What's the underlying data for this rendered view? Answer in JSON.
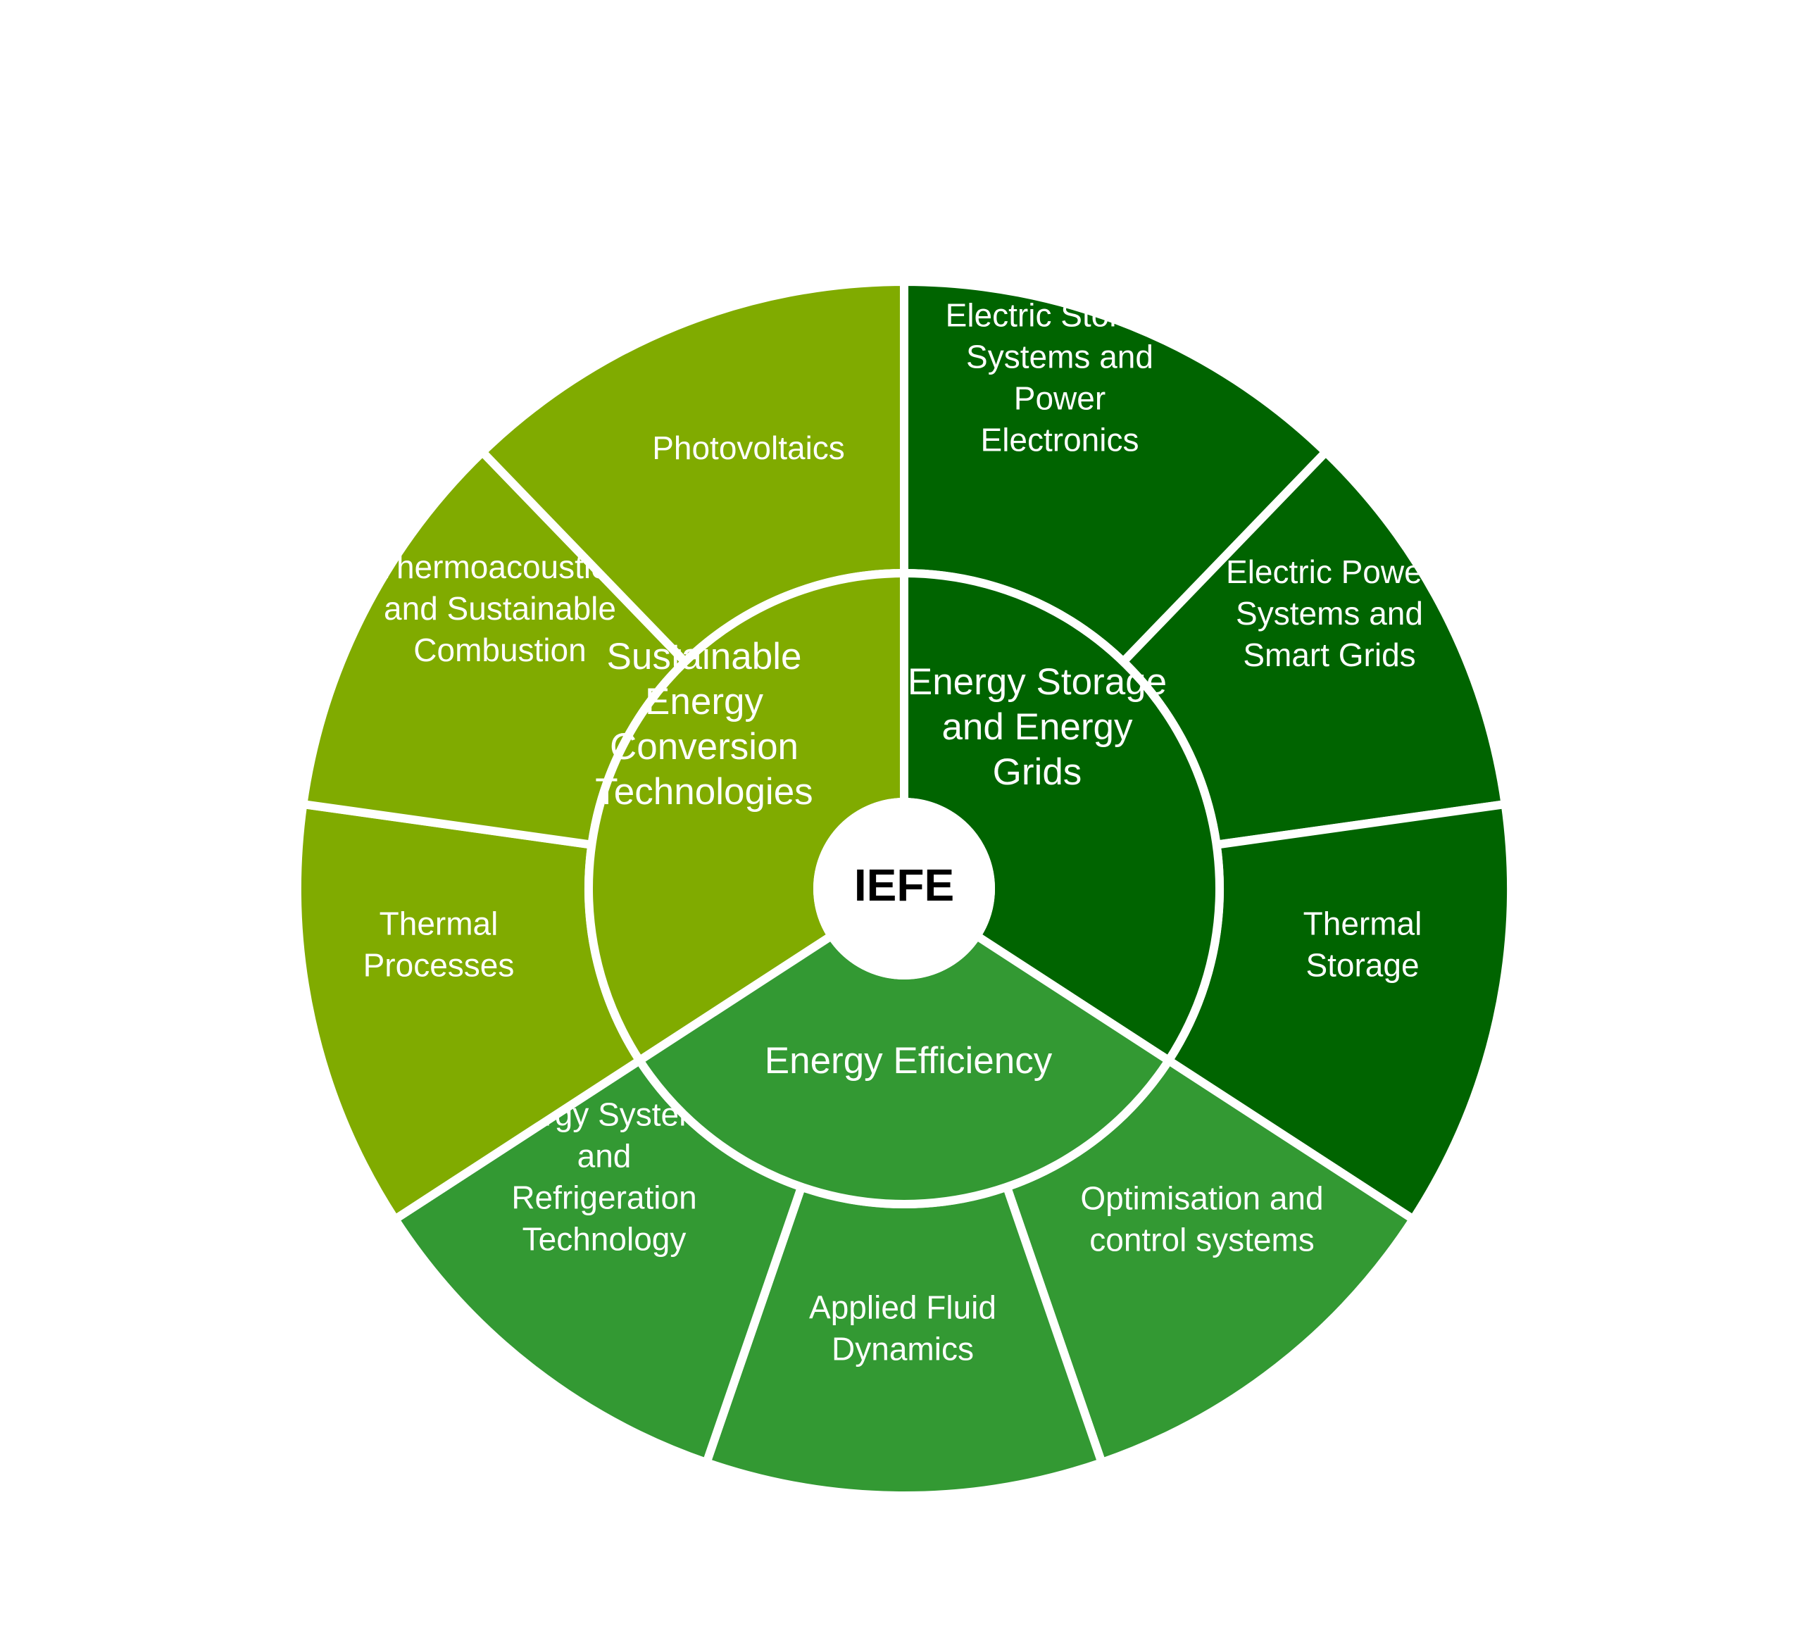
{
  "center": {
    "label": "IEFE"
  },
  "colors": {
    "sustainable": "#80AB00",
    "storage": "#006400",
    "efficiency": "#339933",
    "separator": "#ffffff",
    "center_fill": "#ffffff",
    "center_text": "#000000"
  },
  "inner_groups": [
    {
      "id": "sustainable",
      "color_key": "sustainable",
      "label_lines": [
        "Sustainable",
        "Energy",
        "Conversion",
        "Technologies"
      ]
    },
    {
      "id": "storage",
      "color_key": "storage",
      "label_lines": [
        "Energy Storage",
        "and Energy",
        "Grids"
      ]
    },
    {
      "id": "efficiency",
      "color_key": "efficiency",
      "label_lines": [
        "Energy Efficiency"
      ]
    }
  ],
  "outer_segments": [
    {
      "id": "electric-storage",
      "group": "storage",
      "label_lines": [
        "Electric Storage",
        "Systems and",
        "Power",
        "Electronics"
      ]
    },
    {
      "id": "electric-power",
      "group": "storage",
      "label_lines": [
        "Electric Power",
        "Systems and",
        "Smart Grids"
      ]
    },
    {
      "id": "thermal-storage",
      "group": "storage",
      "label_lines": [
        "Thermal",
        "Storage"
      ]
    },
    {
      "id": "optimisation",
      "group": "efficiency",
      "label_lines": [
        "Optimisation and",
        "control systems"
      ]
    },
    {
      "id": "applied-fluid",
      "group": "efficiency",
      "label_lines": [
        "Applied Fluid",
        "Dynamics"
      ]
    },
    {
      "id": "energy-systems",
      "group": "efficiency",
      "label_lines": [
        "Energy Systems",
        "and",
        "Refrigeration",
        "Technology"
      ]
    },
    {
      "id": "thermal-processes",
      "group": "sustainable",
      "label_lines": [
        "Thermal",
        "Processes"
      ]
    },
    {
      "id": "thermoacoustics",
      "group": "sustainable",
      "label_lines": [
        "Thermoacoustics",
        "and Sustainable",
        "Combustion"
      ]
    },
    {
      "id": "photovoltaics",
      "group": "sustainable",
      "label_lines": [
        "Photovoltaics"
      ]
    }
  ]
}
